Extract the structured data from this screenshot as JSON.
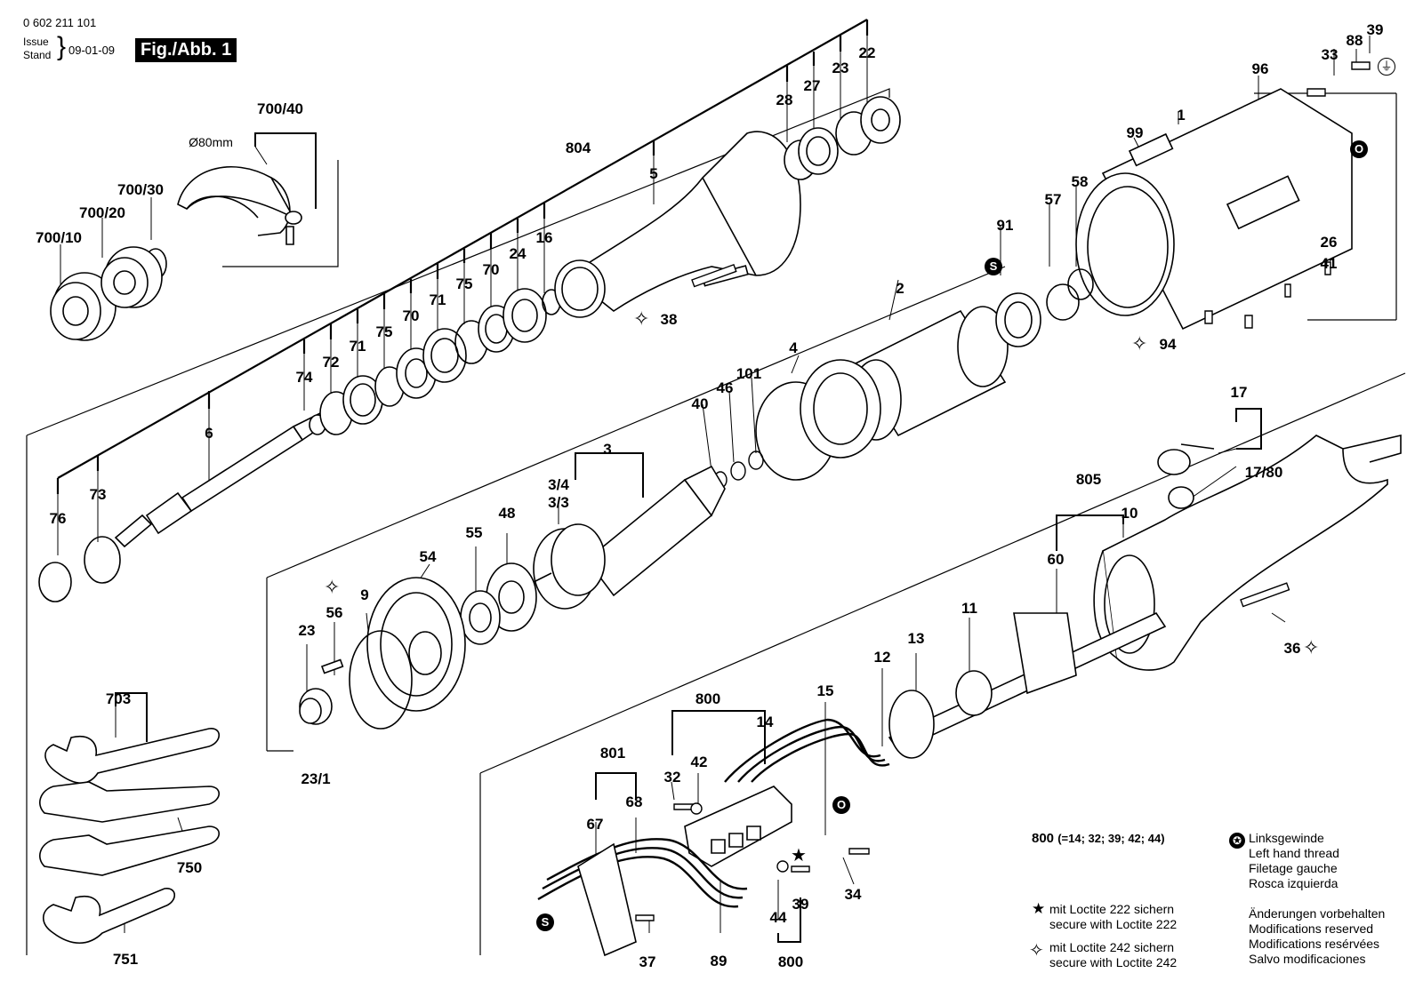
{
  "header": {
    "doc_number": "0 602 211 101",
    "issue_label": "Issue",
    "stand_label": "Stand",
    "issue_date": "09-01-09",
    "figure_label": "Fig./Abb. 1"
  },
  "part_labels": {
    "p700_40": "700/40",
    "p80mm": "Ø80mm",
    "p700_30": "700/30",
    "p700_20": "700/20",
    "p700_10": "700/10",
    "p804": "804",
    "p5": "5",
    "p28": "28",
    "p27": "27",
    "p23a": "23",
    "p22": "22",
    "p16": "16",
    "p24": "24",
    "p70a": "70",
    "p75a": "75",
    "p71a": "71",
    "p70b": "70",
    "p75b": "75",
    "p71b": "71",
    "p72": "72",
    "p74": "74",
    "p6": "6",
    "p73": "73",
    "p76": "76",
    "p38": "38",
    "p2": "2",
    "p91": "91",
    "p57": "57",
    "p58": "58",
    "p99": "99",
    "p1": "1",
    "p96": "96",
    "p33": "33",
    "p88": "88",
    "p39a": "39",
    "p26": "26",
    "p41": "41",
    "p94": "94",
    "p4": "4",
    "p101": "101",
    "p46": "46",
    "p40": "40",
    "p3": "3",
    "p3_4": "3/4",
    "p3_3": "3/3",
    "p48": "48",
    "p55": "55",
    "p54": "54",
    "p9": "9",
    "p56": "56",
    "p23b": "23",
    "p23_1": "23/1",
    "p17": "17",
    "p17_80": "17/80",
    "p805": "805",
    "p10": "10",
    "p60": "60",
    "p11": "11",
    "p13": "13",
    "p12": "12",
    "p36": "36",
    "p15": "15",
    "p14": "14",
    "p800a": "800",
    "p32": "32",
    "p42": "42",
    "p801": "801",
    "p67": "67",
    "p68": "68",
    "p34": "34",
    "p44": "44",
    "p39b": "39",
    "p800b": "800",
    "p89": "89",
    "p37": "37",
    "p703": "703",
    "p750": "750",
    "p751": "751"
  },
  "legend": {
    "set_800": "800",
    "set_800_contents": "(=14; 32; 39; 42; 44)",
    "left_thread": [
      "Linksgewinde",
      "Left hand thread",
      "Filetage gauche",
      "Rosca izquierda"
    ],
    "loctite_222": [
      "mit Loctite 222 sichern",
      "secure with Loctite 222"
    ],
    "loctite_242": [
      "mit Loctite 242 sichern",
      "secure with Loctite 242"
    ],
    "modifications": [
      "Änderungen vorbehalten",
      "Modifications reserved",
      "Modifications resérvées",
      "Salvo modificaciones"
    ]
  },
  "icons": {
    "left_thread_symbol": "left-thread-icon",
    "loctite_222_symbol": "star-icon",
    "loctite_242_symbol": "outline-star-icon",
    "ground_symbol": "ground-icon",
    "s_marker": "S",
    "o_marker": "O"
  }
}
